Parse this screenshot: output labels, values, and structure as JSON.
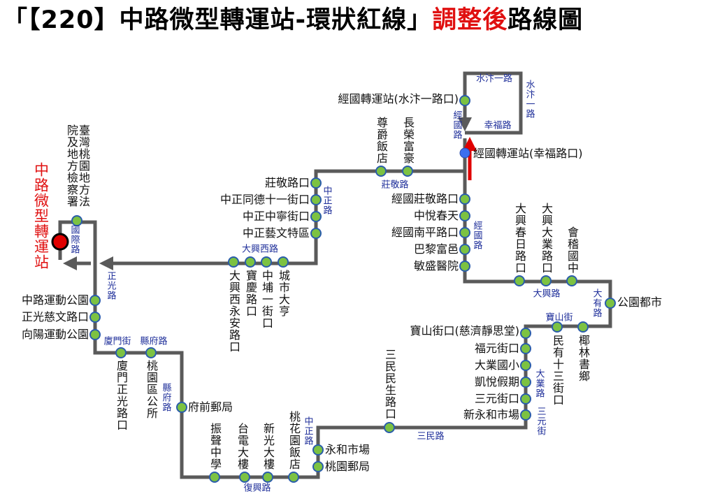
{
  "title": {
    "part1": "「【220】中路微型轉運站-環狀紅線」",
    "part2": "調整後",
    "part3": "路線圖"
  },
  "terminus": "中路微型轉運站",
  "stops": {
    "fayuan": "臺灣桃園地方法院及地方檢察署",
    "zhonglu_park": "中路運動公園",
    "zhengguang_ciwen": "正光慈文路口",
    "xiangyang_park": "向陽運動公園",
    "xiamen_zhengguang": "廈門正光路口",
    "district_office": "桃園區公所",
    "fuqian_post": "府前郵局",
    "zhensheng": "振聲中學",
    "taipower": "台電大樓",
    "shinkong": "新光大樓",
    "taohuayuan": "桃花園飯店",
    "yonghe_market": "永和市場",
    "taoyuan_post": "桃園郵局",
    "sanmin_minsheng": "三民民生路口",
    "xinyonghe": "新永和市場",
    "sanyuan": "三元街口",
    "kaiyue": "凱悅假期",
    "daye_school": "大業國小",
    "fuyuan": "福元街口",
    "baoshan": "寶山街口(慈濟靜思堂)",
    "minyou13": "民有十三街口",
    "yelin": "椰林書鄉",
    "park_city": "公園都市",
    "daxing_chunri": "大興春日路口",
    "daxing_daye": "大興大業路口",
    "kuaiji": "會稽國中",
    "minsheng_hosp": "敏盛醫院",
    "paris": "巴黎富邑",
    "jingguo_nanping": "經國南平路口",
    "zhongyue": "中悅春天",
    "jingguo_zhuangjing": "經國莊敬路口",
    "transfer_xingfu": "經國轉運站(幸福路口)",
    "transfer_shuiban": "經國轉運站(水汴一路口)",
    "evergreen": "長榮富豪",
    "zunjue": "尊爵飯店",
    "zhuangjing": "莊敬路口",
    "tongde11": "中正同德十一街口",
    "zhongning": "中正中寧街口",
    "yiwen": "中正藝文特區",
    "city_tycoon": "城市大亨",
    "zhongpu1": "中埔一街口",
    "baoqing": "寶慶路口",
    "daxingxi_yongan": "大興西永安路口"
  },
  "roads": {
    "guoji": "國際路",
    "zhengguang": "正光路",
    "xiamen": "廈門街",
    "xianfu": "縣府路",
    "xianfu2": "縣府路",
    "fuxing": "復興路",
    "zhongzheng": "中正路",
    "sanmin": "三民路",
    "daye": "大業路",
    "sanyuan": "三元街",
    "baoshan": "寶山街",
    "dayou": "大有路",
    "daxing": "大興路",
    "jingguo": "經國路",
    "zhuangjing": "莊敬路",
    "zhongzheng2": "中正路",
    "daxingxi": "大興西路",
    "jingguo2": "經國路",
    "xingfu": "幸福路",
    "shuiban": "水汴一路",
    "shuiban2": "水汴一路"
  },
  "colors": {
    "line": "#5a5a5a",
    "stop_fill": "#7cc242",
    "stop_stroke": "#2a5cab",
    "terminus": "#e00000",
    "transfer": "#3b6ff0",
    "road_text": "#1f2f9a",
    "accent": "#e01010"
  }
}
